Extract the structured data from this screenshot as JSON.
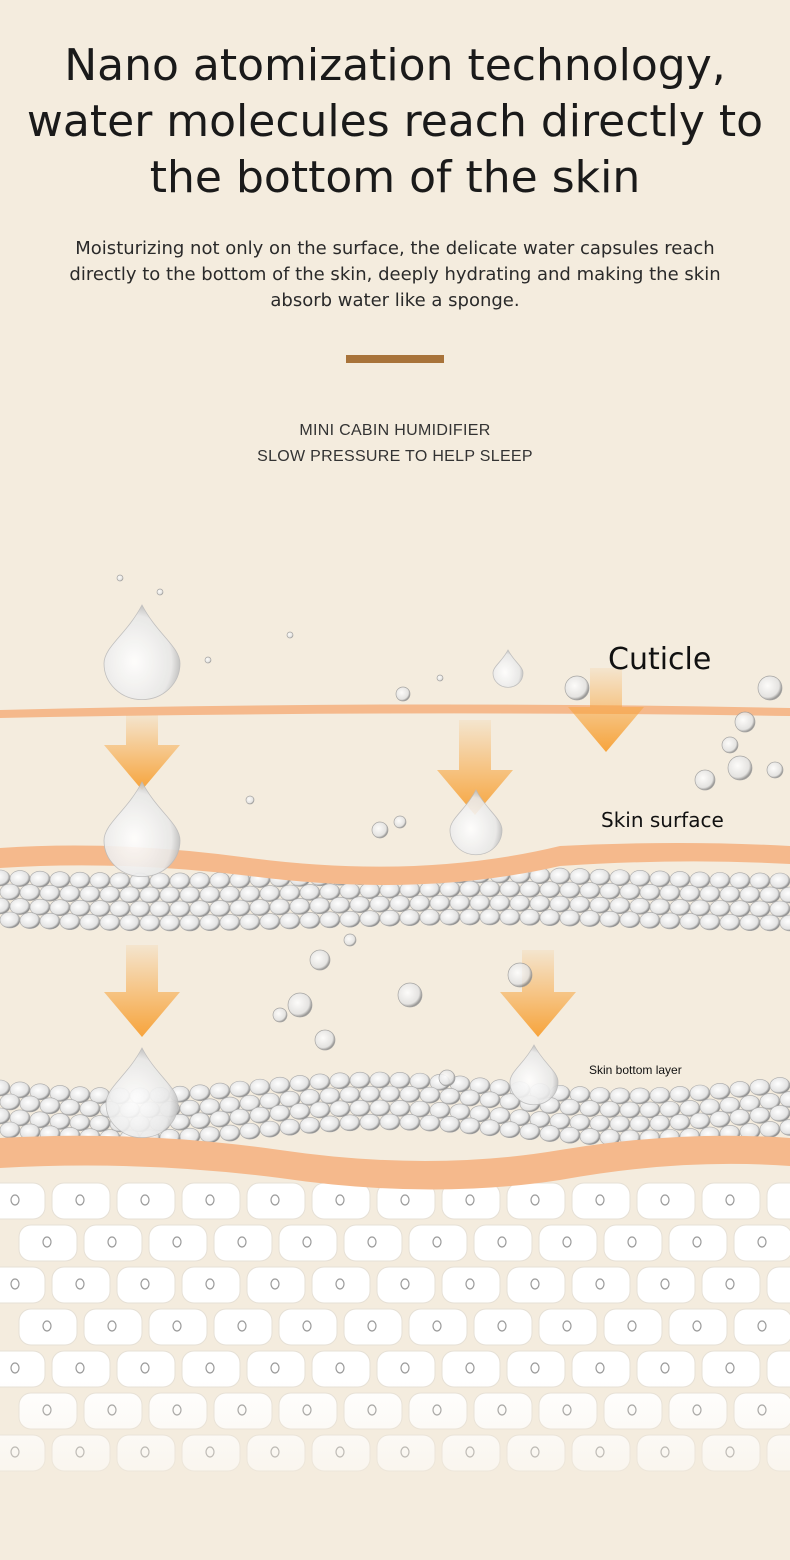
{
  "heading": "Nano atomization technology, water molecules reach directly to the bottom of the skin",
  "description": "Moisturizing not only on the surface, the delicate water capsules reach directly to the bottom of the skin, deeply hydrating and making the skin absorb water like a sponge.",
  "tagline": {
    "line1": "MINI CABIN HUMIDIFIER",
    "line2": "SLOW PRESSURE TO HELP SLEEP"
  },
  "labels": {
    "cuticle": "Cuticle",
    "skin_surface": "Skin surface",
    "skin_bottom": "Skin bottom layer"
  },
  "colors": {
    "background": "#f4ecde",
    "divider": "#a8733a",
    "band": "#f5b98c",
    "arrow": "#f7a43c"
  }
}
